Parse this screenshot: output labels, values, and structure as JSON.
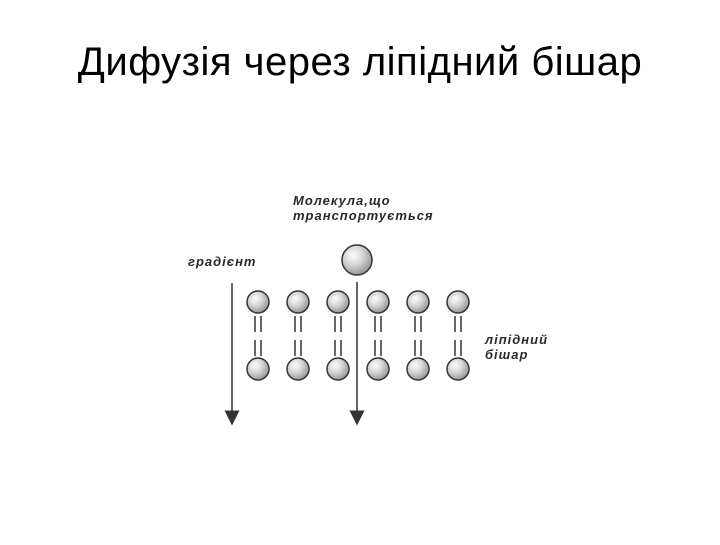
{
  "slide": {
    "title": "Дифузія через ліпідний бішар"
  },
  "diagram": {
    "labels": {
      "molecule_line1": "Молекула,що",
      "molecule_line2": "транспортується",
      "gradient": "градієнт",
      "bilayer_line1": "ліпідний",
      "bilayer_line2": "бішар"
    },
    "phospholipid_columns": 6
  },
  "colors": {
    "text": "#000000",
    "label": "#2a2a2a",
    "head_fill": "#c9c9c9",
    "stroke": "#333333"
  }
}
